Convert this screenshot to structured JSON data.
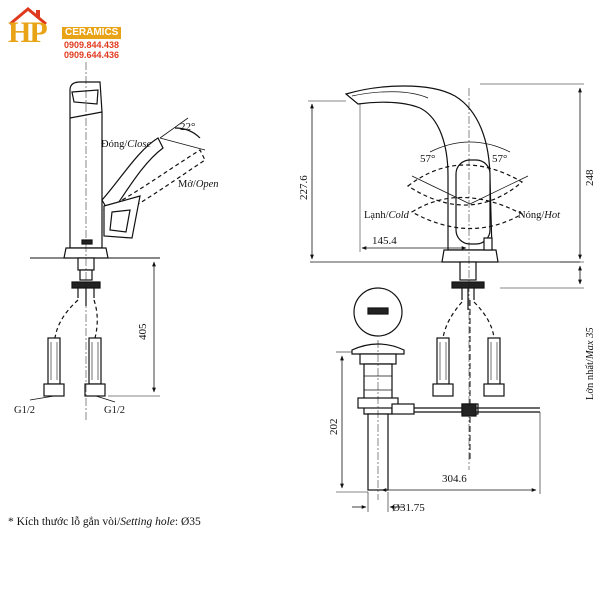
{
  "logo": {
    "mark": "HP",
    "brand": "CERAMICS",
    "phone_1": "0909.844.438",
    "phone_2": "0909.644.436",
    "house_icon": "house-roof-icon",
    "color_gold": "#e8a317",
    "color_red": "#e03a1e"
  },
  "side_view": {
    "close_label_vi": "Đóng/",
    "close_label_en": "Close",
    "open_label_vi": "Mở/",
    "open_label_en": "Open",
    "angle_open": "22°",
    "height_below_deck": "405",
    "inlet_left": "G1/2",
    "inlet_right": "G1/2"
  },
  "front_view": {
    "height_faucet": "227.6",
    "height_total": "248",
    "reach": "145.4",
    "angle_left": "57°",
    "angle_right": "57°",
    "cold_label_vi": "Lạnh/",
    "cold_label_en": "Cold",
    "hot_label_vi": "Nóng/",
    "hot_label_en": "Hot",
    "max_label_vi": "Lớn nhất/",
    "max_label_en": "Max 35"
  },
  "drain": {
    "height": "202",
    "trap_length": "304.6",
    "pipe_diameter": "Ø31.75"
  },
  "note": {
    "prefix": "* Kích thước lỗ gắn vòi/",
    "label_en": "Setting hole",
    "value": ": Ø35"
  }
}
